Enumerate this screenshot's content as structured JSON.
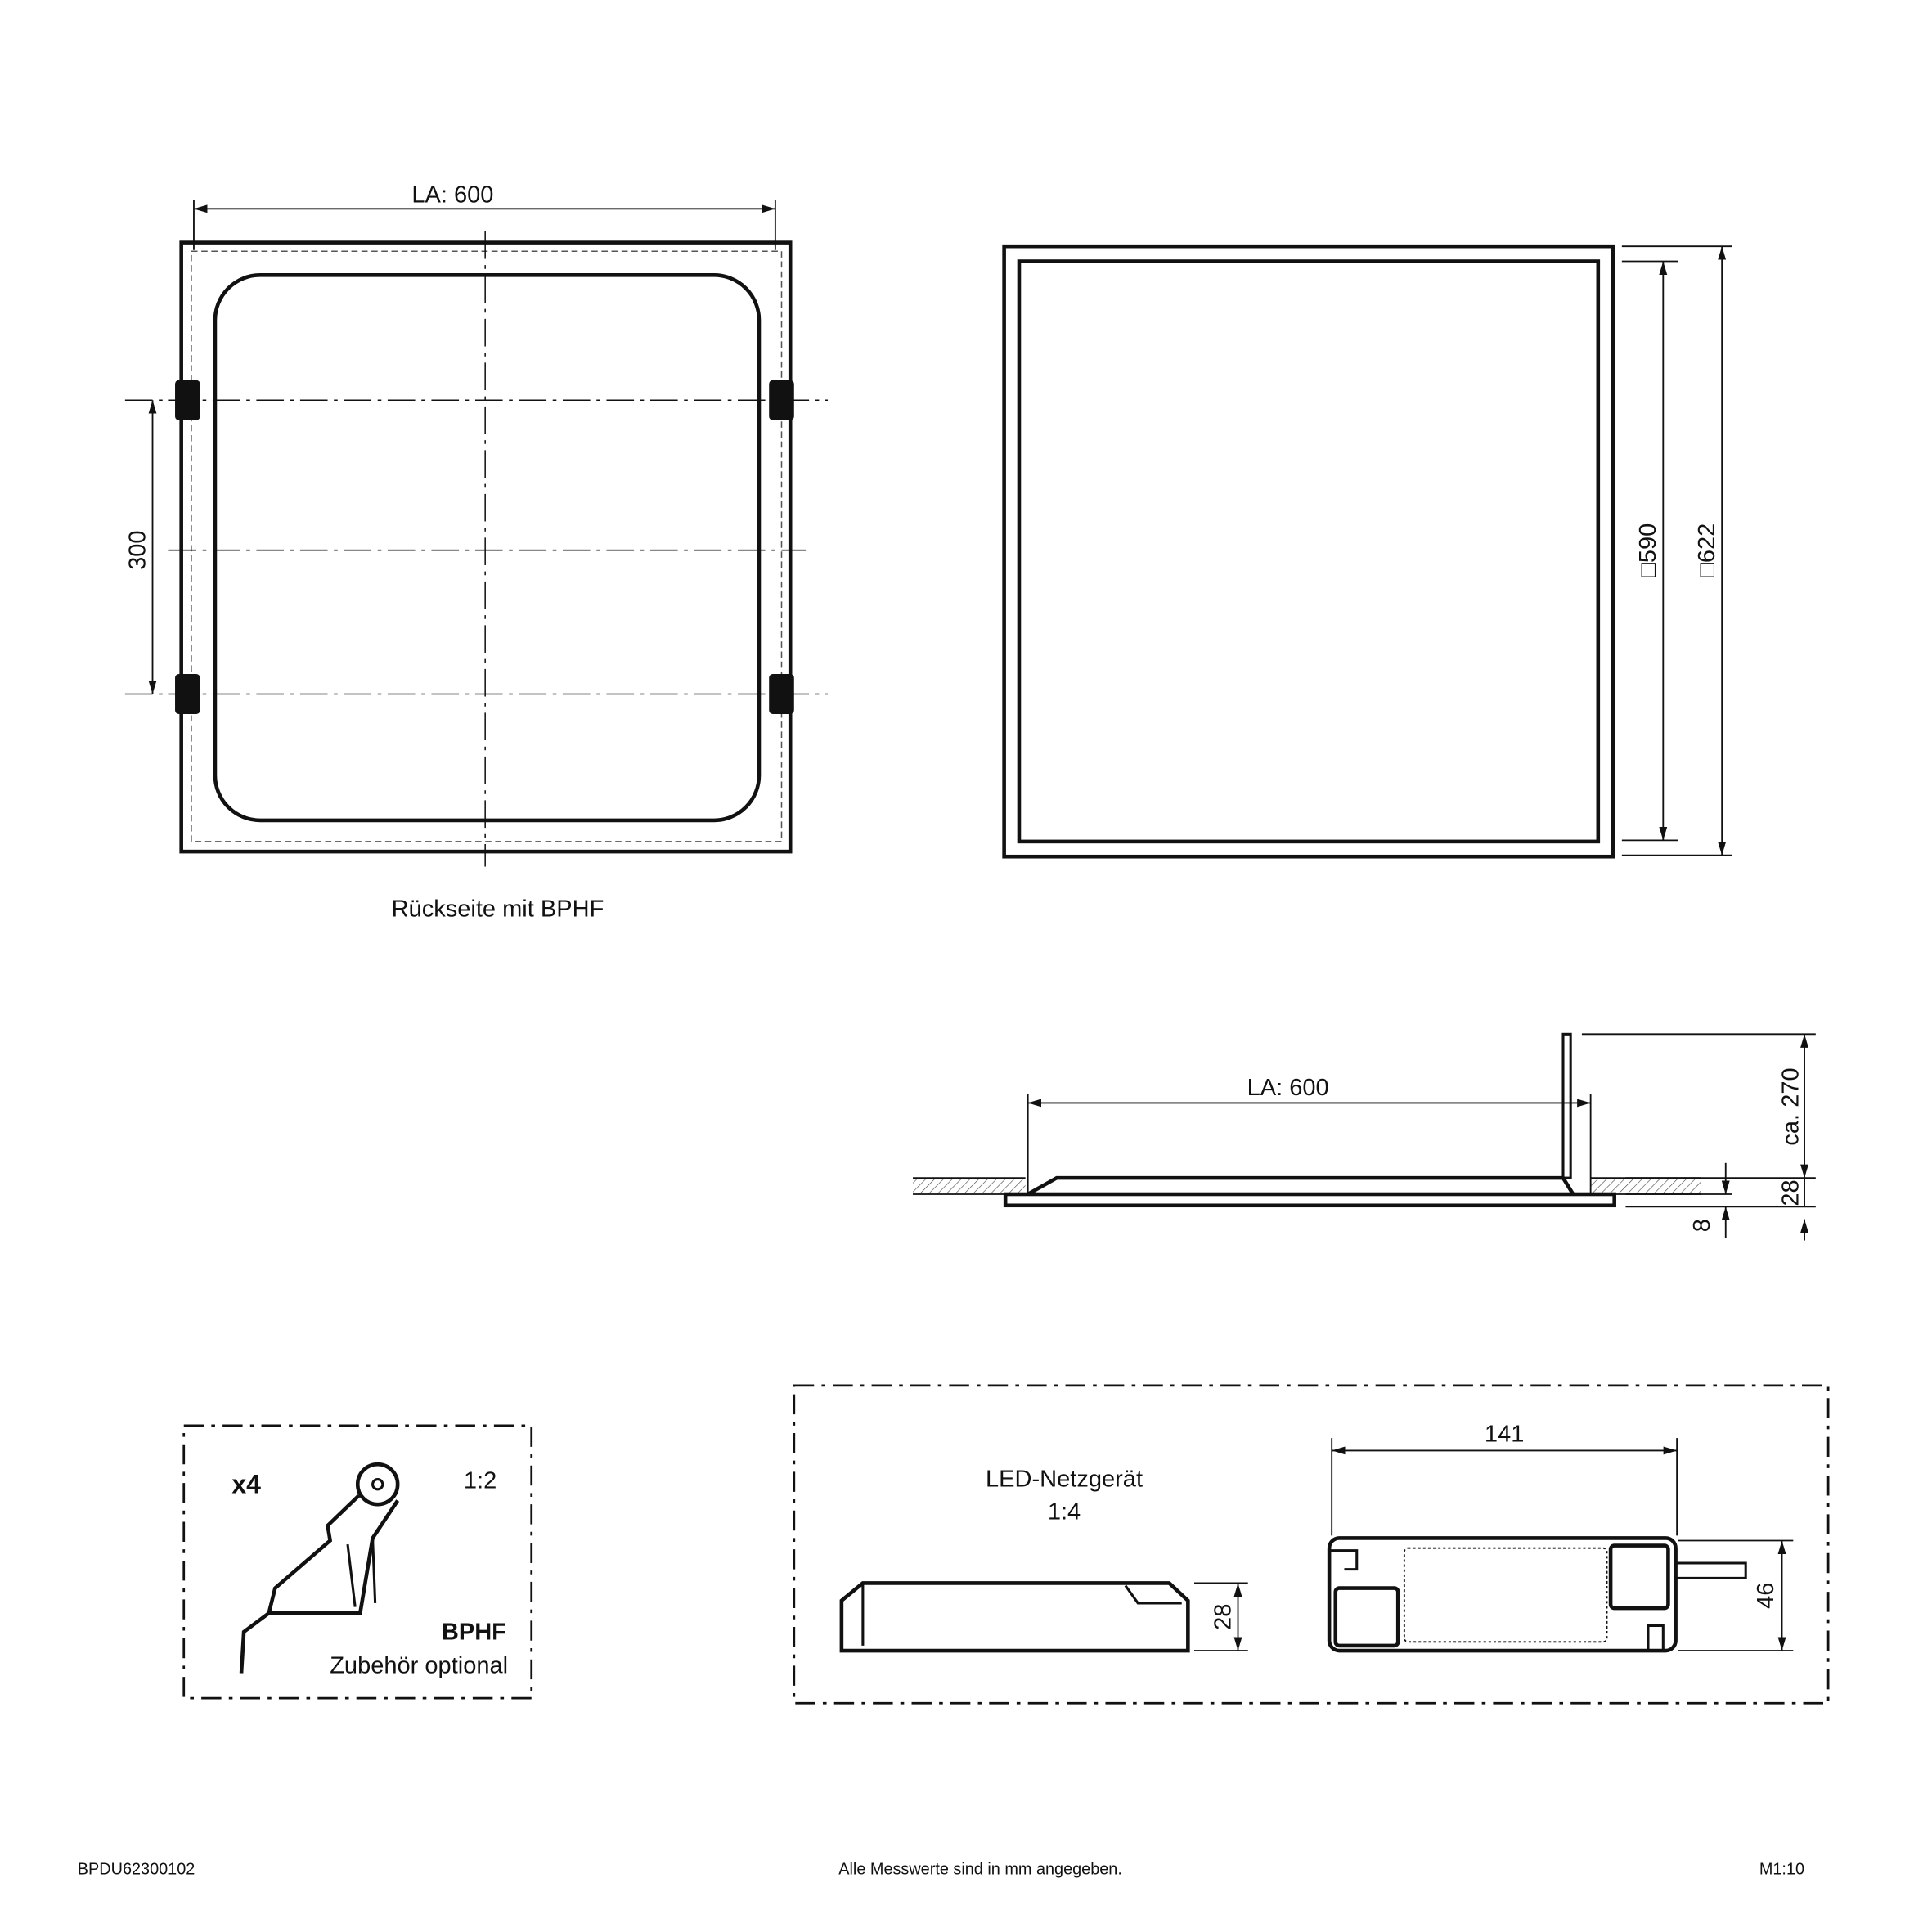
{
  "back_view": {
    "width_label": "LA: 600",
    "spacing_label": "300",
    "caption": "Rückseite mit BPHF"
  },
  "front_view": {
    "inner_label": "□590",
    "outer_label": "□622"
  },
  "section_view": {
    "width_label": "LA: 600",
    "height_label": "ca. 270",
    "depth_label": "28",
    "flange_label": "8"
  },
  "accessory": {
    "count": "x4",
    "scale": "1:2",
    "name": "BPHF",
    "note": "Zubehör optional"
  },
  "driver": {
    "title": "LED-Netzgerät",
    "scale": "1:4",
    "height_label": "28",
    "length_label": "141",
    "width_label": "46"
  },
  "footer": {
    "code": "BPDU62300102",
    "note": "Alle Messwerte sind in mm angegeben.",
    "scale": "M1:10"
  }
}
